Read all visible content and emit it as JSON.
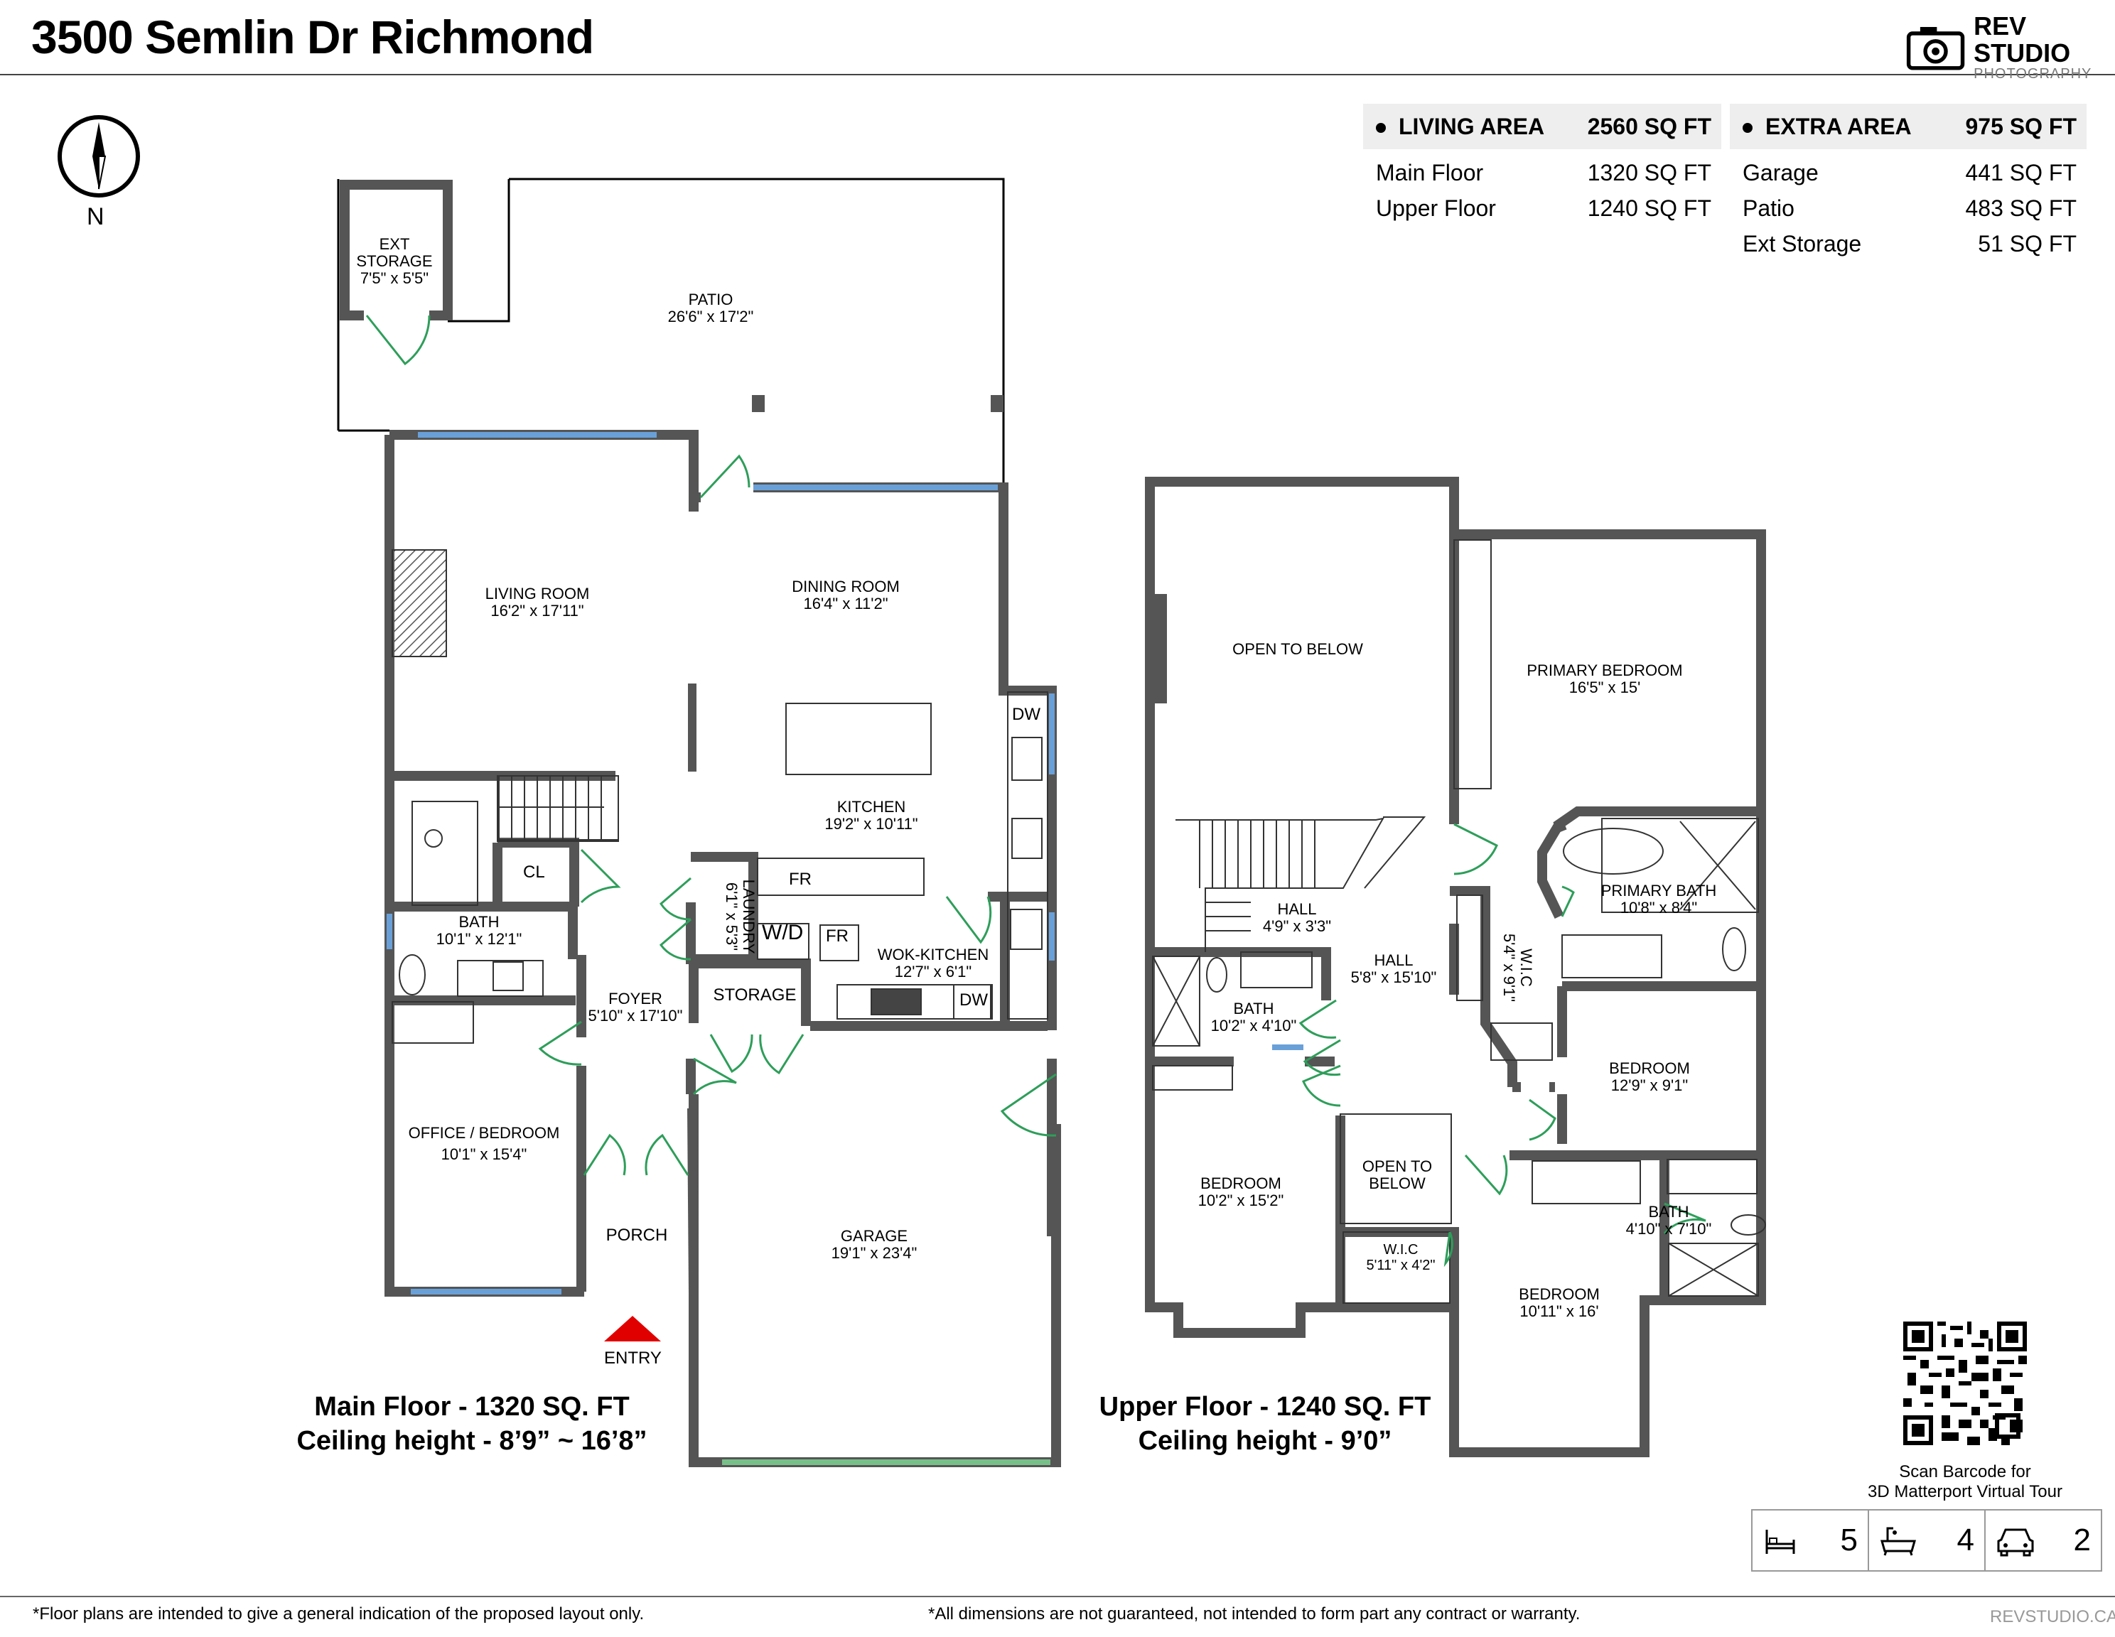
{
  "header": {
    "address": "3500 Semlin Dr Richmond",
    "brand_name": "REV STUDIO",
    "brand_sub": "PHOTOGRAPHY"
  },
  "compass": {
    "label": "N"
  },
  "living_area": {
    "title": "LIVING AREA",
    "total": "2560 SQ FT",
    "rows": [
      {
        "label": "Main Floor",
        "value": "1320 SQ FT"
      },
      {
        "label": "Upper Floor",
        "value": "1240 SQ FT"
      }
    ]
  },
  "extra_area": {
    "title": "EXTRA AREA",
    "total": "975 SQ FT",
    "rows": [
      {
        "label": "Garage",
        "value": "441 SQ FT"
      },
      {
        "label": "Patio",
        "value": "483 SQ FT"
      },
      {
        "label": "Ext Storage",
        "value": "51 SQ FT"
      }
    ]
  },
  "main_floor": {
    "caption_line1": "Main Floor - 1320 SQ. FT",
    "caption_line2": "Ceiling height - 8’9” ~ 16’8”",
    "rooms": [
      {
        "name": "EXT STORAGE",
        "name2": "",
        "dims": "7'5\" x 5'5\""
      },
      {
        "name": "PATIO",
        "dims": "26'6\" x 17'2\""
      },
      {
        "name": "LIVING ROOM",
        "dims": "16'2\" x 17'11\""
      },
      {
        "name": "DINING ROOM",
        "dims": "16'4\" x 11'2\""
      },
      {
        "name": "KITCHEN",
        "dims": "19'2\" x 10'11\""
      },
      {
        "name": "LAUNDRY",
        "dims": "6'1\" x 5'3\""
      },
      {
        "name": "BATH",
        "dims": "10'1\" x 12'1\""
      },
      {
        "name": "FOYER",
        "dims": "5'10\" x 17'10\""
      },
      {
        "name": "WOK-KITCHEN",
        "dims": "12'7\" x 6'1\""
      },
      {
        "name": "STORAGE",
        "dims": ""
      },
      {
        "name": "OFFICE / BEDROOM",
        "dims": "10'1\" x 15'4\""
      },
      {
        "name": "PORCH",
        "dims": ""
      },
      {
        "name": "GARAGE",
        "dims": "19'1\" x 23'4\""
      }
    ],
    "fixtures": {
      "cl": "CL",
      "fr": "FR",
      "wd": "W/D",
      "dw": "DW"
    },
    "entry": "ENTRY"
  },
  "upper_floor": {
    "caption_line1": "Upper Floor - 1240 SQ. FT",
    "caption_line2": "Ceiling height - 9’0”",
    "rooms": [
      {
        "name": "OPEN TO BELOW",
        "dims": ""
      },
      {
        "name": "PRIMARY BEDROOM",
        "dims": "16'5\" x 15'"
      },
      {
        "name": "PRIMARY BATH",
        "dims": "10'8\" x 8'4\""
      },
      {
        "name": "HALL",
        "dims": "4'9\" x 3'3\""
      },
      {
        "name": "HALL",
        "dims": "5'8\" x 15'10\""
      },
      {
        "name": "W.I.C",
        "dims": "5'4\" x 9'1\""
      },
      {
        "name": "BATH",
        "dims": "10'2\" x 4'10\""
      },
      {
        "name": "BEDROOM",
        "dims": "12'9\" x 9'1\""
      },
      {
        "name": "OPEN TO",
        "name2": "BELOW",
        "dims": ""
      },
      {
        "name": "BEDROOM",
        "dims": "10'2\" x 15'2\""
      },
      {
        "name": "W.I.C",
        "dims": "5'11\" x 4'2\""
      },
      {
        "name": "BATH",
        "dims": "4'10\" x 7'10\""
      },
      {
        "name": "BEDROOM",
        "dims": "10'11\" x 16'"
      }
    ]
  },
  "qr": {
    "caption_line1": "Scan Barcode for",
    "caption_line2": "3D Matterport Virtual Tour"
  },
  "stats": {
    "bedrooms": "5",
    "bathrooms": "4",
    "garage": "2"
  },
  "footer": {
    "note_left": "*Floor plans are intended to give a general indication of the proposed layout only.",
    "note_right": "*All dimensions are not guaranteed, not intended to form part any contract or warranty.",
    "site": "REVSTUDIO.CA"
  },
  "colors": {
    "wall": "#555555",
    "window": "#6aa0d8",
    "door": "#2e9e5a",
    "entry": "#e00000"
  }
}
